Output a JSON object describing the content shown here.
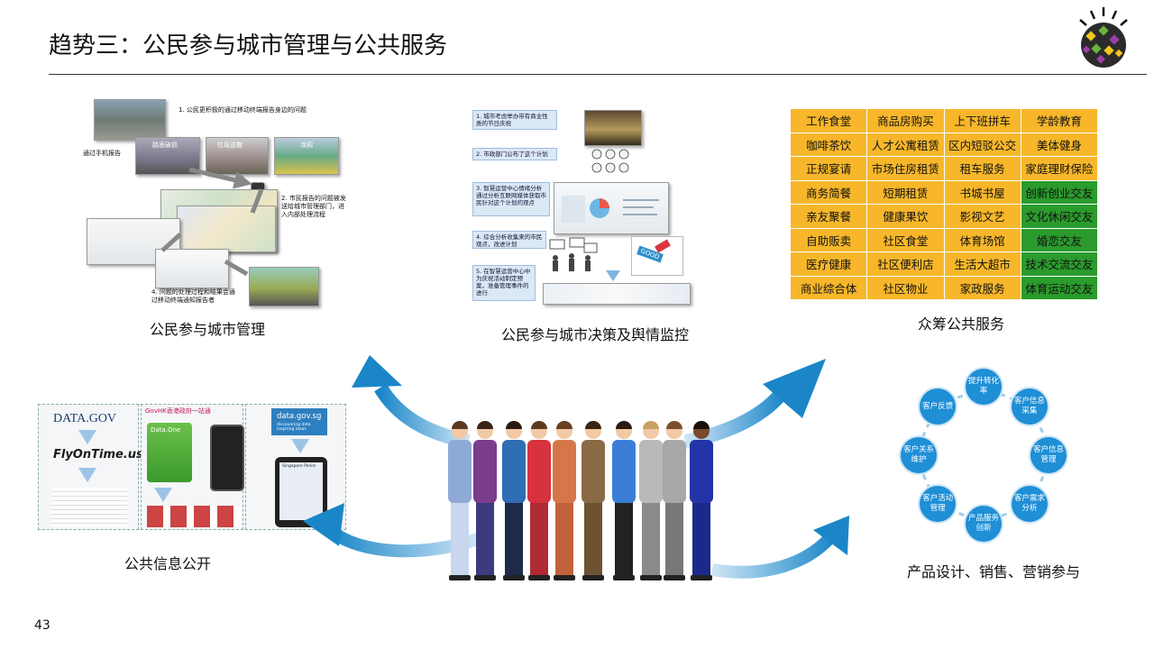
{
  "title": "趋势三：公民参与城市管理与公共服务",
  "page_number": "43",
  "section1": {
    "caption": "公民参与城市管理",
    "note1": "1. 公民更积极的通过移动终端报告身边的问题",
    "note_phone": "通过手机报告",
    "thumb_labels": [
      "路面破损",
      "垃圾遗撒",
      "涂鸦"
    ],
    "note2": "2. 市民报告的问题被发送给城市管理部门，进入内部处理流程",
    "note4": "4. 问题的处理过程和结果会通过移动终端通知报告者"
  },
  "section2": {
    "caption": "公民参与城市决策及舆情监控",
    "steps": [
      "1. 城市考虑举办带有商业性质的节日庆祝",
      "2. 市政部门公布了这个计划",
      "3. 智慧运营中心情绪分析通过分析互联网媒体获取市民针对这个计划的观点",
      "4. 综合分析收集来的市民观点，改进计划",
      "5. 在智慧运营中心中为庆祝活动制定预案，准备管理事件的进行"
    ],
    "sign_text": "GOOD"
  },
  "section3": {
    "caption": "众筹公共服务",
    "rows": [
      [
        {
          "t": "工作食堂",
          "c": "y"
        },
        {
          "t": "商品房购买",
          "c": "y"
        },
        {
          "t": "上下班拼车",
          "c": "y"
        },
        {
          "t": "学龄教育",
          "c": "y"
        }
      ],
      [
        {
          "t": "咖啡茶饮",
          "c": "y"
        },
        {
          "t": "人才公寓租赁",
          "c": "y"
        },
        {
          "t": "区内短驳公交",
          "c": "y"
        },
        {
          "t": "美体健身",
          "c": "y"
        }
      ],
      [
        {
          "t": "正规宴请",
          "c": "y"
        },
        {
          "t": "市场住房租赁",
          "c": "y"
        },
        {
          "t": "租车服务",
          "c": "y"
        },
        {
          "t": "家庭理财保险",
          "c": "y"
        }
      ],
      [
        {
          "t": "商务简餐",
          "c": "y"
        },
        {
          "t": "短期租赁",
          "c": "y"
        },
        {
          "t": "书城书屋",
          "c": "y"
        },
        {
          "t": "创新创业交友",
          "c": "g"
        }
      ],
      [
        {
          "t": "亲友聚餐",
          "c": "y"
        },
        {
          "t": "健康果饮",
          "c": "y"
        },
        {
          "t": "影视文艺",
          "c": "y"
        },
        {
          "t": "文化休闲交友",
          "c": "g"
        }
      ],
      [
        {
          "t": "自助贩卖",
          "c": "y"
        },
        {
          "t": "社区食堂",
          "c": "y"
        },
        {
          "t": "体育场馆",
          "c": "y"
        },
        {
          "t": "婚恋交友",
          "c": "g"
        }
      ],
      [
        {
          "t": "医疗健康",
          "c": "y"
        },
        {
          "t": "社区便利店",
          "c": "y"
        },
        {
          "t": "生活大超市",
          "c": "y"
        },
        {
          "t": "技术交流交友",
          "c": "g"
        }
      ],
      [
        {
          "t": "商业综合体",
          "c": "y"
        },
        {
          "t": "社区物业",
          "c": "y"
        },
        {
          "t": "家政服务",
          "c": "y"
        },
        {
          "t": "体育运动交友",
          "c": "g"
        }
      ]
    ]
  },
  "section4": {
    "caption": "公共信息公开",
    "datagov": "DATA.GOV",
    "flyontime": "FlyOnTime.us",
    "govhk": "GovHK香港政府一站通",
    "dataone": "Data.One",
    "datagovsg": "data.gov.sg",
    "sg_tag": "discovering data inspiring ideas",
    "sg_app": "Singapore Police"
  },
  "section5": {
    "caption": "产品设计、销售、营销参与",
    "nodes": [
      "提升转化率",
      "客户信息采集",
      "客户信息管理",
      "客户需求分析",
      "产品服务创新",
      "客户活动管理",
      "客户关系维护",
      "客户反馈"
    ]
  },
  "colors": {
    "accent_blue": "#1f8fd6",
    "table_yellow": "#f8b72a",
    "table_green": "#2a9b2c",
    "arrow_blue": "#1a86c8"
  }
}
